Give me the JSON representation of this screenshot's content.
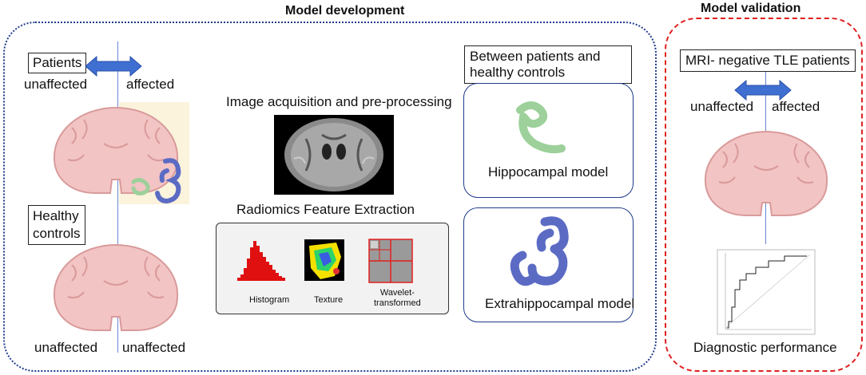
{
  "development": {
    "title": "Model development",
    "patients_label": "Patients",
    "unaffected_top": "unaffected",
    "affected_top": "affected",
    "healthy_controls_label": "Healthy\ncontrols",
    "unaffected_bottom_left": "unaffected",
    "unaffected_bottom_right": "unaffected",
    "image_acquisition": "Image acquisition and pre-processing",
    "radiomics_extraction": "Radiomics Feature Extraction",
    "features": [
      {
        "label": "Histogram"
      },
      {
        "label": "Texture"
      },
      {
        "label": "Wavelet-\ntransformed"
      }
    ],
    "between_label": "Between patients and\nhealthy controls",
    "hippocampal_model": "Hippocampal model",
    "extrahippocampal_model": "Extrahippocampal model"
  },
  "validation": {
    "title": "Model validation",
    "patients_label": "MRI- negative TLE patients",
    "unaffected": "unaffected",
    "affected": "affected",
    "diagnostic_performance": "Diagnostic performance"
  },
  "colors": {
    "dev_border": "#1f3b8c",
    "val_border": "#e02020",
    "arrow": "#3f6fd1",
    "brain": "#f2c4c4",
    "brain_stroke": "#d99a9a",
    "hippocampus": "#9dd09a",
    "extrahippocampus": "#5b6bc4",
    "histogram": "#e01010"
  }
}
